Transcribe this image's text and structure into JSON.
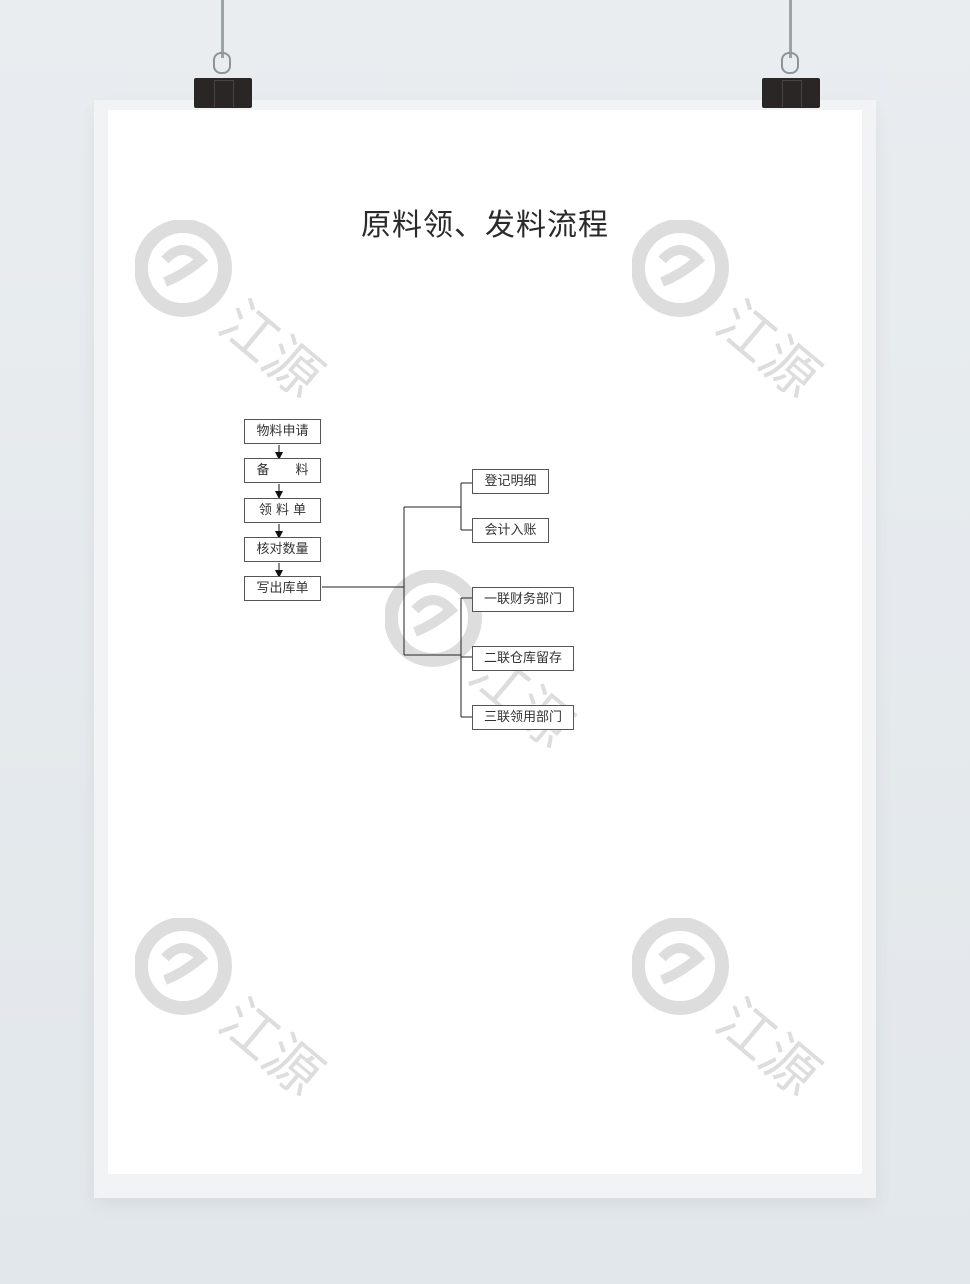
{
  "title": "原料领、发料流程",
  "flow_steps": [
    {
      "label": "物料申请"
    },
    {
      "label": "备　　料"
    },
    {
      "label": "领 料 单"
    },
    {
      "label": "核对数量"
    },
    {
      "label": "写出库单"
    }
  ],
  "upper_branch": [
    {
      "label": "登记明细"
    },
    {
      "label": "会计入账"
    }
  ],
  "lower_branch": [
    {
      "label": "一联财务部门"
    },
    {
      "label": "二联仓库留存"
    },
    {
      "label": "三联领用部门"
    }
  ],
  "watermark": {
    "text": "江源"
  }
}
